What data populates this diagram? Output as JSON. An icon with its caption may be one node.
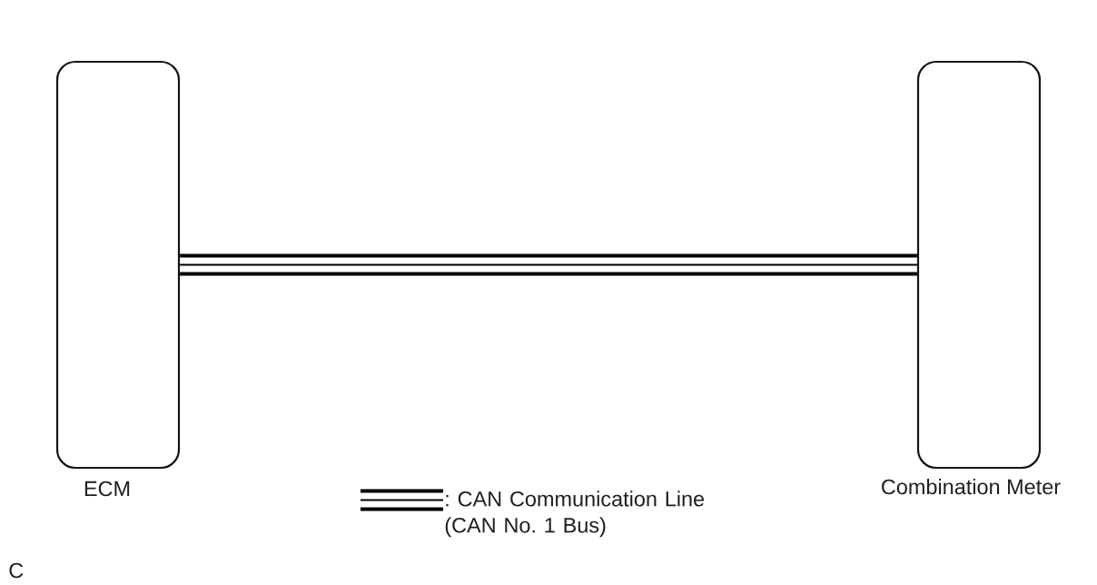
{
  "diagram": {
    "nodes": [
      {
        "text": [
          "ECM"
        ]
      },
      {
        "text": [
          "Combination Meter"
        ]
      }
    ],
    "edges": [
      {
        "from": 0,
        "to": 1,
        "arrow": "none"
      }
    ],
    "labels": [
      "C"
    ],
    "legend": [
      {
        "text": ": CAN Communication Line (CAN No. 1 Bus)"
      }
    ]
  }
}
